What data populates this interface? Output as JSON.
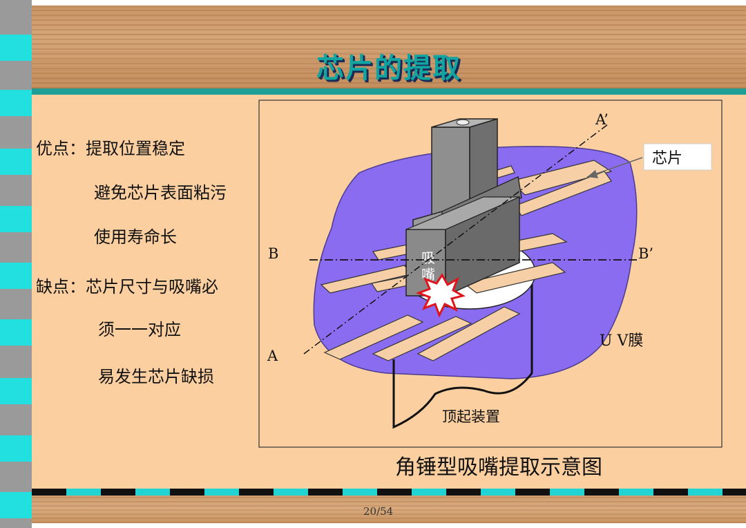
{
  "title": "芯片的提取",
  "left_text": {
    "advantages_label": "优点：提取位置稳定",
    "adv2": "避免芯片表面粘污",
    "adv3": "使用寿命长",
    "disadvantages_label": "缺点：芯片尺寸与吸嘴必",
    "dis2": "须一一对应",
    "dis3": "易发生芯片缺损"
  },
  "diagram": {
    "label_a_prime": "A’",
    "label_a": "A",
    "label_b": "B",
    "label_b_prime": "B’",
    "chip_callout": "芯片",
    "uv_film": "U V膜",
    "ejector": "顶起装置",
    "nozzle_char1": "吸",
    "nozzle_char2": "嘴",
    "caption": "角锤型吸嘴提取示意图"
  },
  "footer": {
    "page": "20/54"
  },
  "colors": {
    "teal": "#1f9e95",
    "slide_bg": "#fbcf9f",
    "uv_film": "#8a6cf0",
    "chip": "#f6cfa6",
    "nozzle": "#8a8a8a"
  }
}
